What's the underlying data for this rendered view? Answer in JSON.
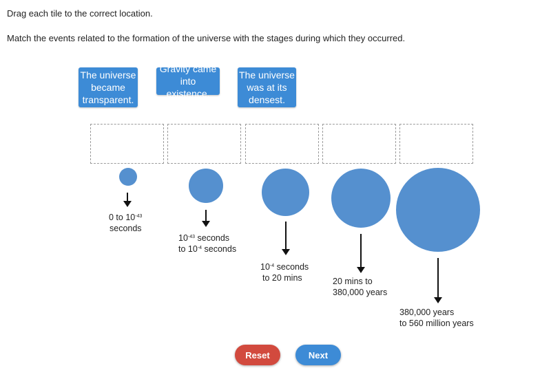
{
  "instructions": {
    "line1": "Drag each tile to the correct location.",
    "line2": "Match the events related to the formation of the universe with the stages during which they occurred."
  },
  "tiles": [
    {
      "text": "The universe\nbecame\ntransparent."
    },
    {
      "text": "Gravity came\ninto existence."
    },
    {
      "text": "The universe\nwas at its\ndensest."
    }
  ],
  "stages": [
    {
      "line1_pre": "0 to 10",
      "line1_sup": "-43",
      "line1_post": "",
      "line2": "seconds"
    },
    {
      "line1_pre": "10",
      "line1_sup": "-43",
      "line1_post": " seconds",
      "line2_pre": "to 10",
      "line2_sup": "-4",
      "line2_post": " seconds"
    },
    {
      "line1_pre": "10",
      "line1_sup": "-4",
      "line1_post": " seconds",
      "line2": "to 20 mins"
    },
    {
      "line1": "20 mins to",
      "line2": "380,000 years"
    },
    {
      "line1": "380,000 years",
      "line2": "to 560 million years"
    }
  ],
  "buttons": {
    "reset": "Reset",
    "next": "Next"
  },
  "colors": {
    "tile": "#3d8bd6",
    "circle": "#5590cf",
    "reset": "#d24a3e",
    "next": "#3d8bd6"
  }
}
